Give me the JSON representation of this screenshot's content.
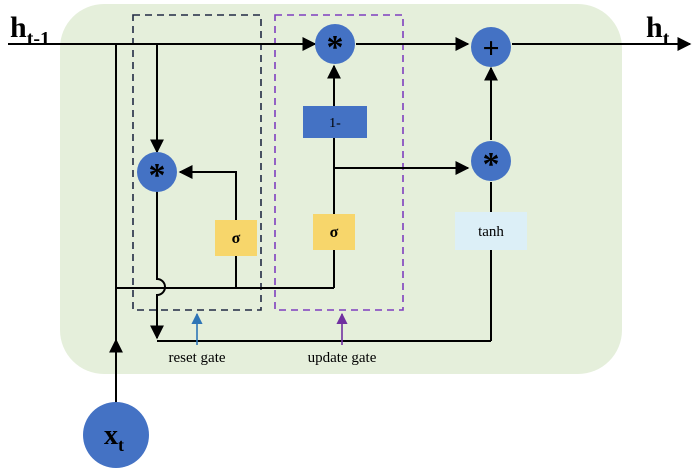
{
  "inputs": {
    "h_prev": {
      "main": "h",
      "sub": "t-1"
    },
    "h_out": {
      "main": "h",
      "sub": "t"
    },
    "x_in": {
      "main": "x",
      "sub": "t"
    }
  },
  "ops": {
    "reset_multiply": "*",
    "update_multiply": "*",
    "candidate_multiply": "*",
    "add": "+",
    "one_minus": "1-",
    "reset_sigma": "σ",
    "update_sigma": "σ",
    "tanh": "tanh"
  },
  "labels": {
    "reset_gate": "reset gate",
    "update_gate": "update gate"
  },
  "colors": {
    "cell_background": "#e5efdb",
    "node_blue": "#4472c4",
    "sigma_yellow": "#f7d66b",
    "tanh_light_blue": "#dceff7",
    "reset_box_border": "#222a44",
    "update_box_border": "#7f3fbf",
    "reset_pointer": "#2e75b6",
    "update_pointer": "#7030a0",
    "line": "#000000"
  }
}
